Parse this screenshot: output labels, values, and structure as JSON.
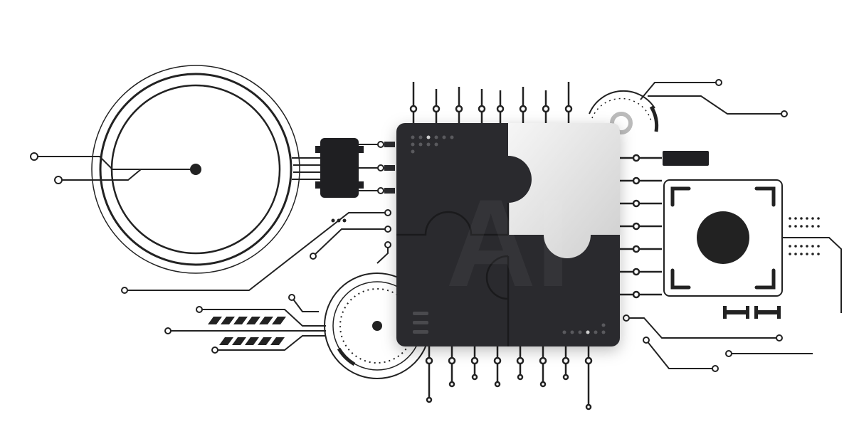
{
  "illustration": {
    "chip_watermark": "AI",
    "icon_names": [
      "circuit-board",
      "puzzle-chip",
      "target-dial",
      "camera-sensor"
    ]
  },
  "colors": {
    "dark": "#2b2b2e",
    "light_piece": "#e4e4e4",
    "line": "#222222",
    "background": "#ffffff"
  }
}
